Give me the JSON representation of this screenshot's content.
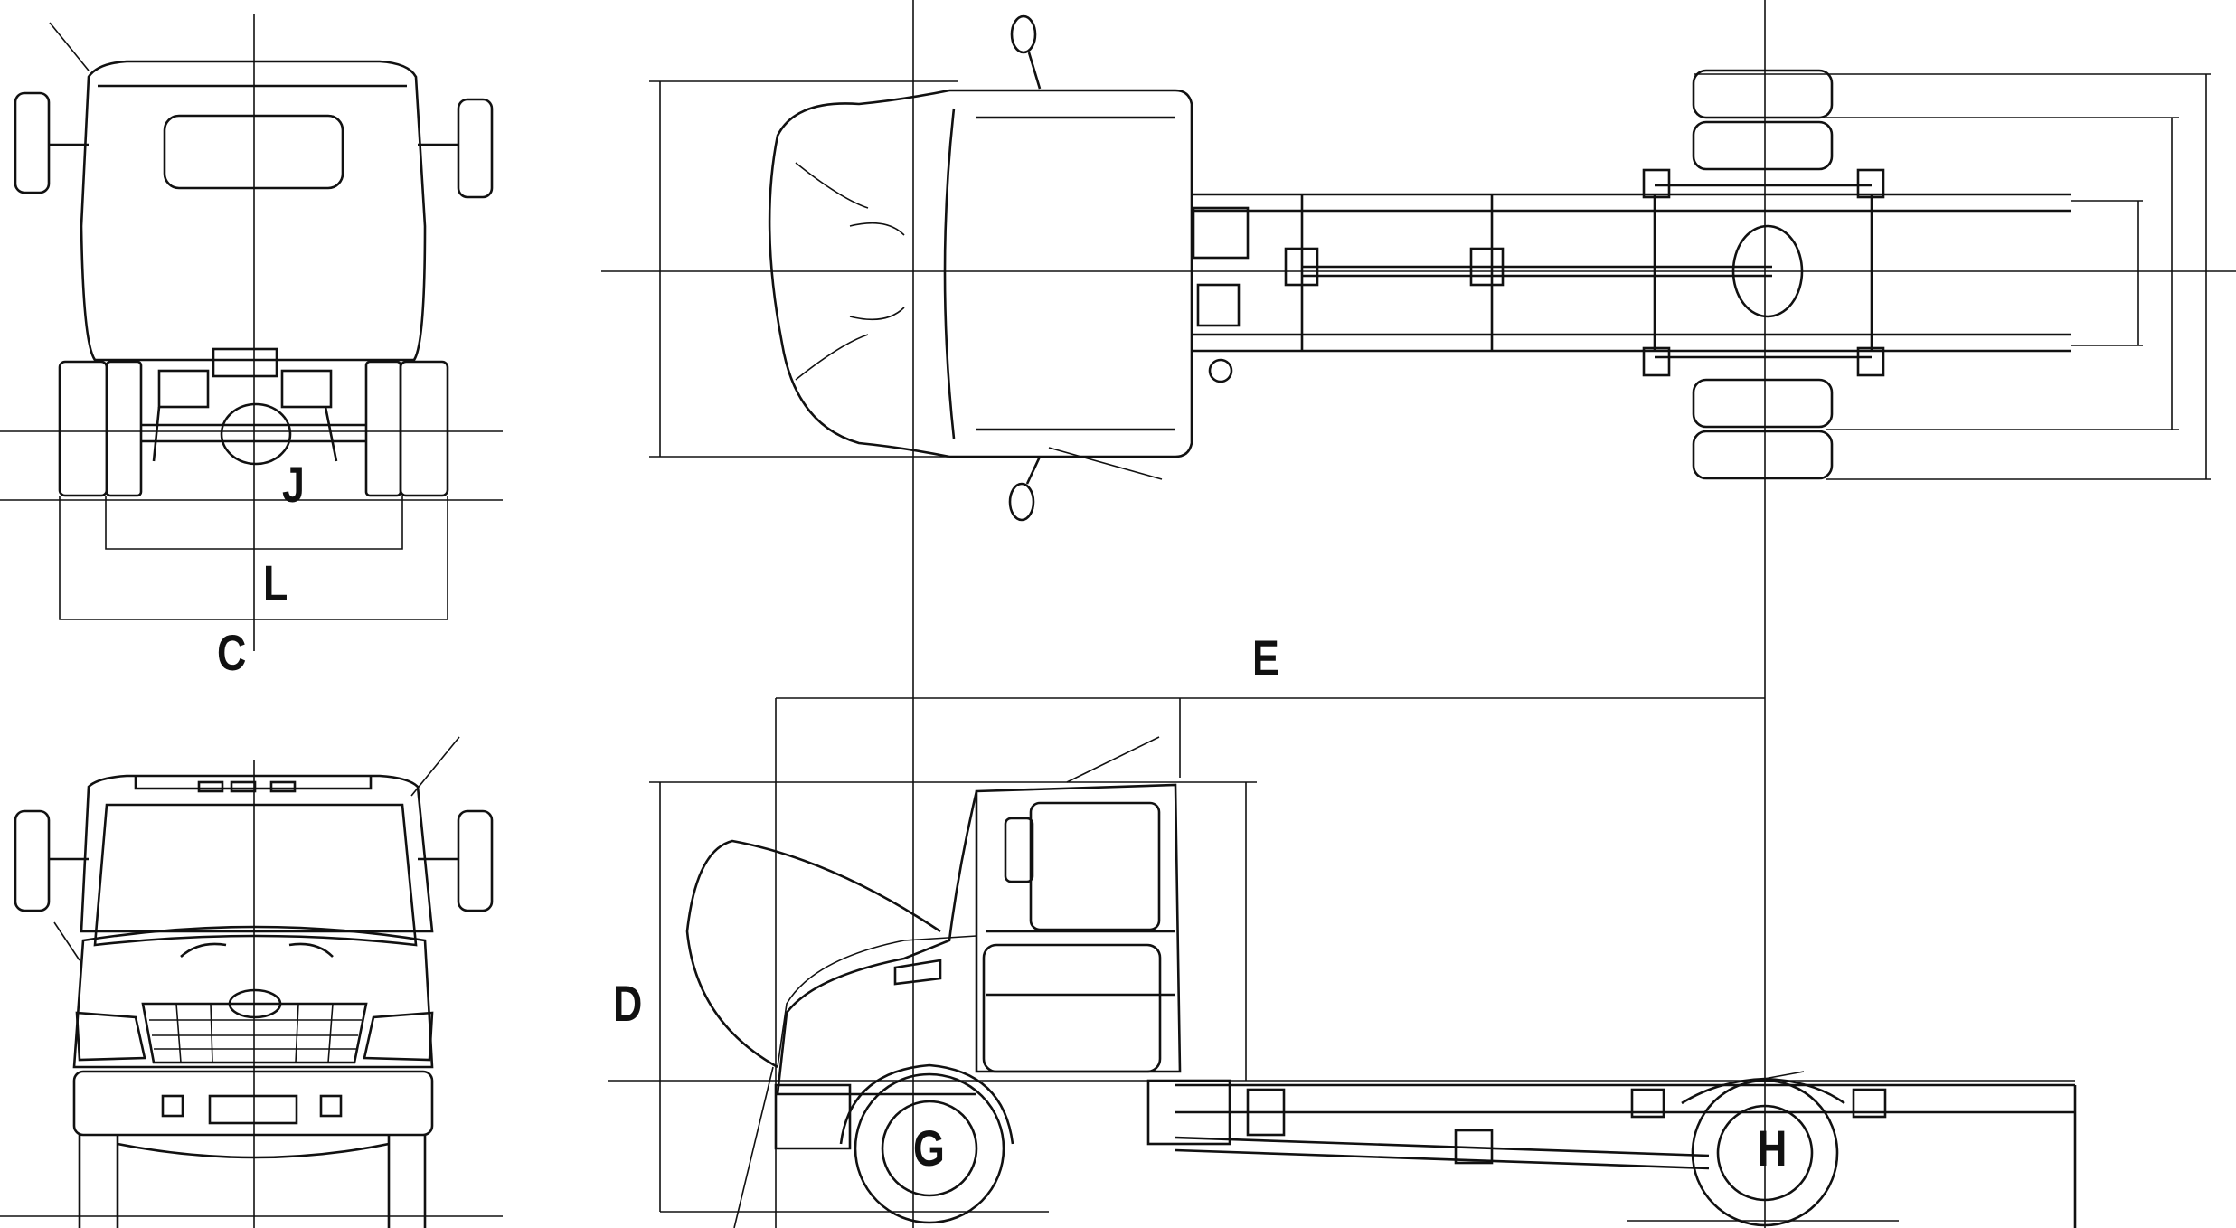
{
  "dimension_labels": {
    "C": "C",
    "D": "D",
    "E": "E",
    "G": "G",
    "H": "H",
    "J": "J",
    "L": "L"
  },
  "line_color": "#111111",
  "background_color": "#ffffff"
}
